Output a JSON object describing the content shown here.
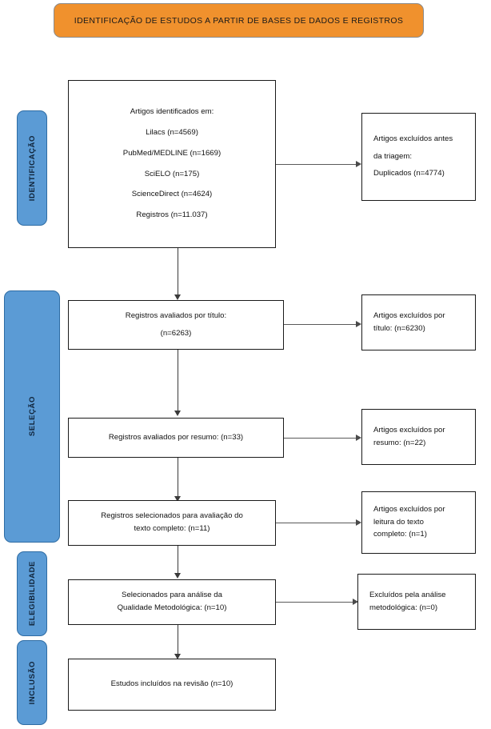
{
  "banner": {
    "title": "IDENTIFICAÇÃO DE ESTUDOS A PARTIR DE BASES DE DADOS E REGISTROS",
    "color": "#F0912D"
  },
  "phases": {
    "color": "#5B9BD5",
    "items": [
      {
        "label": "IDENTIFICAÇÃO"
      },
      {
        "label": "SELEÇÃO"
      },
      {
        "label": "ELEGIBILIDADE"
      },
      {
        "label": "INCLUSÃO"
      }
    ]
  },
  "flow": {
    "identification": {
      "heading": "Artigos identificados em:",
      "sources": [
        "Lilacs (n=4569)",
        "PubMed/MEDLINE (n=1669)",
        "SciELO (n=175)",
        "ScienceDirect (n=4624)",
        "Registros (n=11.037)"
      ]
    },
    "excluded_before_screening": {
      "line1": "Artigos excluídos antes",
      "line2": "da triagem:",
      "line3": "Duplicados (n=4774)"
    },
    "screened_title": {
      "line1": "Registros avaliados por título:",
      "line2": "(n=6263)"
    },
    "excluded_title": {
      "line1": "Artigos excluídos por",
      "line2": "título: (n=6230)"
    },
    "screened_abstract": {
      "line1": "Registros avaliados por resumo: (n=33)"
    },
    "excluded_abstract": {
      "line1": "Artigos excluídos por",
      "line2": "resumo: (n=22)"
    },
    "selected_fulltext": {
      "line1": "Registros selecionados para avaliação do",
      "line2": "texto completo: (n=11)"
    },
    "excluded_fulltext": {
      "line1": "Artigos excluídos por",
      "line2": "leitura do texto",
      "line3": "completo: (n=1)"
    },
    "quality_analysis": {
      "line1": "Selecionados para análise da",
      "line2": "Qualidade Metodológica: (n=10)"
    },
    "excluded_quality": {
      "line1": "Excluídos pela análise",
      "line2": "metodológica: (n=0)"
    },
    "included": {
      "line1": "Estudos incluídos na revisão (n=10)"
    }
  }
}
